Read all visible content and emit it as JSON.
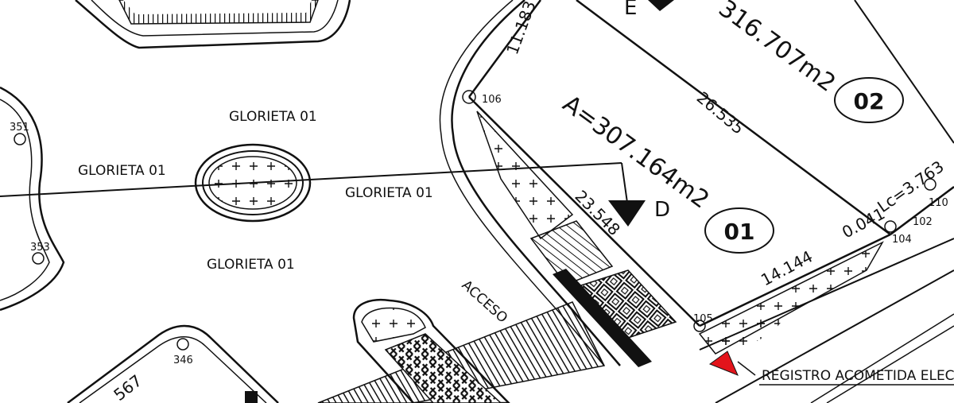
{
  "labels": {
    "glorieta_top": "GLORIETA 01",
    "glorieta_left": "GLORIETA 01",
    "glorieta_right": "GLORIETA 01",
    "glorieta_bottom": "GLORIETA 01",
    "acceso": "ACCESO",
    "registro": "REGISTRO ACOMETIDA ELEC"
  },
  "lots": {
    "lot01": {
      "number": "01",
      "area": "A=307.164m2"
    },
    "lot02": {
      "number": "02",
      "area": "316.707m2"
    }
  },
  "dimensions": {
    "d_11183": "11.183",
    "d_26535": "26.535",
    "d_23548": "23.548",
    "d_14144": "14.144",
    "d_0041": "0.041",
    "d_lc": "Lc=3.763",
    "d_567": "567"
  },
  "points": {
    "p106": "106",
    "p351": "351",
    "p353": "353",
    "p346": "346",
    "p105": "105",
    "p104": "104",
    "p102": "102",
    "p110": "110"
  },
  "section_marks": {
    "D": "D",
    "E": "E"
  },
  "colors": {
    "ink": "#111111",
    "marker": "#e3141b"
  }
}
